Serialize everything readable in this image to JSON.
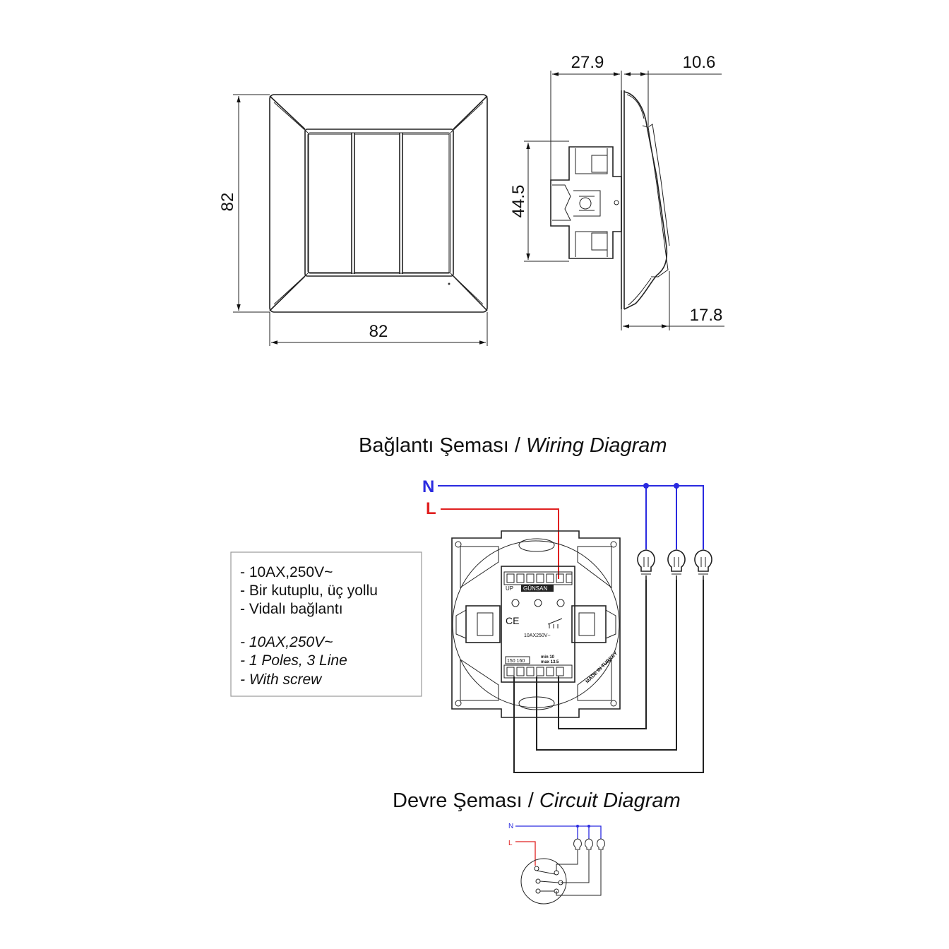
{
  "dimensions": {
    "front_height": "82",
    "front_width": "82",
    "side_depth_top": "27.9",
    "side_front_top": "10.6",
    "side_mech_height": "44.5",
    "side_bottom": "17.8"
  },
  "wiring": {
    "title_tr": "Bağlantı Şeması / ",
    "title_en": "Wiring Diagram",
    "n_label": "N",
    "l_label": "L",
    "device_brand": "GÜNSAN",
    "device_up": "UP",
    "device_rating": "10AX250V~",
    "device_code": "150 160",
    "device_min": "min 10",
    "device_max": "max 13.5",
    "device_made": "MADE IN TURKEY",
    "colors": {
      "neutral": "#2a2ae0",
      "live": "#e02020"
    }
  },
  "specs": {
    "tr": [
      "- 10AX,250V~",
      "- Bir kutuplu, üç yollu",
      "- Vidalı bağlantı"
    ],
    "en": [
      "- 10AX,250V~",
      "- 1 Poles, 3 Line",
      "- With screw"
    ]
  },
  "circuit": {
    "title_tr": "Devre Şeması / ",
    "title_en": "Circuit Diagram",
    "n_label": "N",
    "l_label": "L"
  }
}
